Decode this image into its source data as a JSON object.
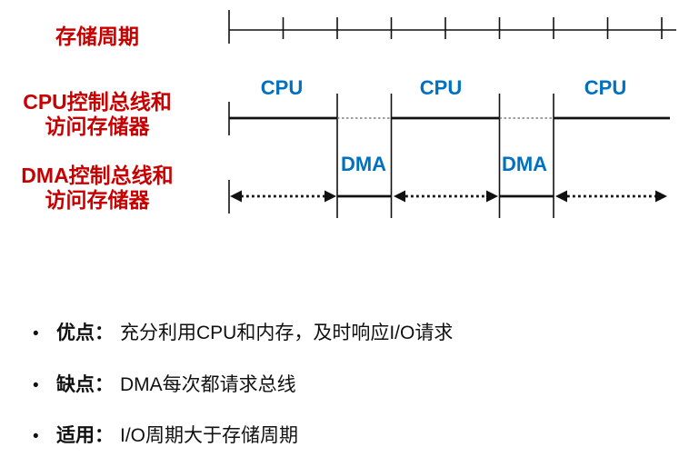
{
  "colors": {
    "red": "#C80000",
    "blue": "#0070C0",
    "ink": "#111111"
  },
  "diagram": {
    "row_labels": {
      "storage_cycle": "存储周期",
      "cpu_line1": "CPU控制总线和",
      "cpu_line2": "访问存储器",
      "dma_line1": "DMA控制总线和",
      "dma_line2": "访问存储器"
    },
    "cpu_labels": [
      "CPU",
      "CPU",
      "CPU"
    ],
    "dma_labels": [
      "DMA",
      "DMA"
    ]
  },
  "bullets": {
    "bullet_char": "•",
    "items": [
      {
        "term": "优点：",
        "text": "充分利用CPU和内存，及时响应I/O请求"
      },
      {
        "term": "缺点：",
        "text": "DMA每次都请求总线"
      },
      {
        "term": "适用：",
        "text": "I/O周期大于存储周期"
      }
    ]
  }
}
